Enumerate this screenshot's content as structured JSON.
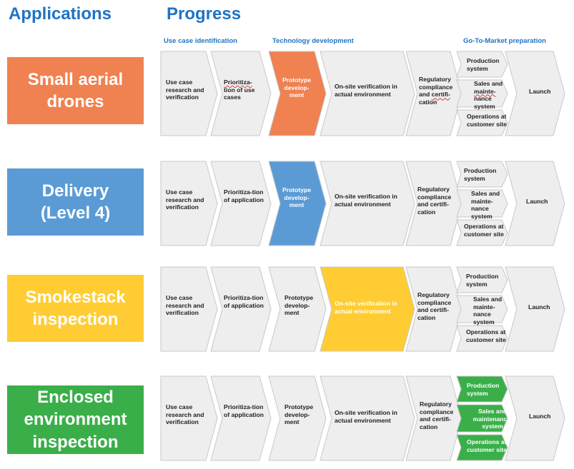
{
  "headers": {
    "applications": "Applications",
    "progress": "Progress"
  },
  "phases": {
    "use_case": "Use case identification",
    "tech_dev": "Technology development",
    "gtm": "Go-To-Market preparation"
  },
  "colors": {
    "orange": "#f08150",
    "blue": "#5b9bd5",
    "yellow": "#ffcd33",
    "green": "#3aaf49",
    "gray": "#eeeeee",
    "header_blue": "#1f73c4"
  },
  "rows": [
    {
      "app": "Small aerial drones",
      "app_color": "#f08150",
      "active": "prototype",
      "steps": {
        "use_case": "Use case research and verification",
        "prioritization": "Prioritiza-tion of use cases",
        "prototype": "Prototype develop-ment",
        "onsite": "On-site verification in actual environment",
        "regulatory": "Regulatory compliance and certifi-cation",
        "production": "Production system",
        "sales": "Sales and mainte-nance system",
        "operations": "Operations at customer site",
        "launch": "Launch"
      }
    },
    {
      "app": "Delivery (Level 4)",
      "app_color": "#5b9bd5",
      "active": "prototype",
      "steps": {
        "use_case": "Use case research and verification",
        "prioritization": "Prioritiza-tion of application",
        "prototype": "Prototype develop-ment",
        "onsite": "On-site verification in actual environment",
        "regulatory": "Regulatory compliance and certifi-cation",
        "production": "Production system",
        "sales": "Sales and mainte-nance system",
        "operations": "Operations at customer site",
        "launch": "Launch"
      }
    },
    {
      "app": "Smokestack inspection",
      "app_color": "#ffcd33",
      "active": "onsite",
      "steps": {
        "use_case": "Use case research and verification",
        "prioritization": "Prioritiza-tion of application",
        "prototype": "Prototype develop-ment",
        "onsite": "On-site verification in actual environment",
        "regulatory": "Regulatory compliance and certifi-cation",
        "production": "Production system",
        "sales": "Sales and mainte-nance system",
        "operations": "Operations at customer site",
        "launch": "Launch"
      }
    },
    {
      "app": "Enclosed environment inspection",
      "app_color": "#3aaf49",
      "active": "gtm",
      "steps": {
        "use_case": "Use case research and verification",
        "prioritization": "Prioritiza-tion of application",
        "prototype": "Prototype develop-ment",
        "onsite": "On-site verification in actual environment",
        "regulatory": "Regulatory compliance and certifi-cation",
        "production": "Production system",
        "sales": "Sales and maintenanc e system",
        "operations": "Operations at customer site",
        "launch": "Launch"
      }
    }
  ]
}
